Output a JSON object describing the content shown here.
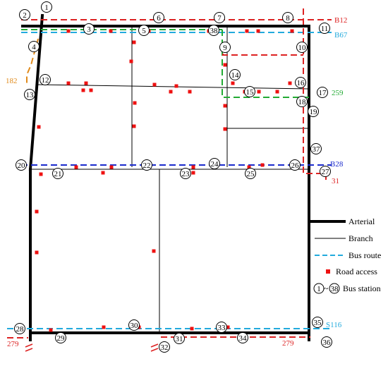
{
  "legend": {
    "arterial": "Arterial",
    "branch": "Branch",
    "bus_route": "Bus route",
    "road_access": "Road access",
    "bus_station_range_start": "1",
    "bus_station_range_sep": "~",
    "bus_station_range_end": "38",
    "bus_station": "Bus station"
  },
  "colors": {
    "arterial": "#000000",
    "branch": "#000000",
    "route_cyan": "#22aadd",
    "route_red": "#dd2222",
    "route_green": "#22aa33",
    "route_blue": "#1a2acc",
    "route_orange": "#e08a1a",
    "road_access": "#ee1111"
  },
  "route_labels": {
    "b12": "B12",
    "b67": "B67",
    "r182": "182",
    "r259": "259",
    "b28": "B28",
    "r31": "31",
    "s116": "S116",
    "r279_left": "279",
    "r279_right": "279"
  },
  "stations": [
    "1",
    "2",
    "3",
    "4",
    "5",
    "6",
    "7",
    "8",
    "9",
    "10",
    "11",
    "12",
    "13",
    "14",
    "15",
    "16",
    "17",
    "18",
    "19",
    "20",
    "21",
    "22",
    "23",
    "24",
    "25",
    "26",
    "27",
    "28",
    "29",
    "30",
    "31",
    "32",
    "33",
    "34",
    "35",
    "36",
    "37",
    "38"
  ]
}
